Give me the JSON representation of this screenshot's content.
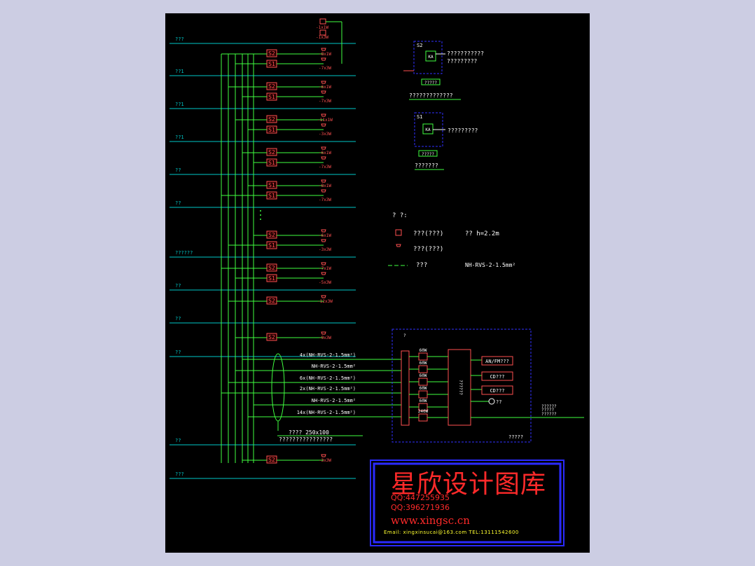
{
  "floors": [
    {
      "label": "???"
    },
    {
      "label": "??1"
    },
    {
      "label": "??1"
    },
    {
      "label": "??1"
    },
    {
      "label": "??"
    },
    {
      "label": "??"
    },
    {
      "label": "??????"
    },
    {
      "label": "??"
    },
    {
      "label": "??"
    },
    {
      "label": "??"
    },
    {
      "label": "??"
    },
    {
      "label": "???"
    }
  ],
  "zones": [
    {
      "upper": "S2",
      "lower": "S1",
      "spk_top": "-8x1W",
      "spk_bot": "-7x3W"
    },
    {
      "upper": "S2",
      "lower": "S1",
      "spk_top": "-6x1W",
      "spk_bot": "-7x3W"
    },
    {
      "upper": "S2",
      "lower": "S1",
      "spk_top": "-11x1W",
      "spk_bot": "-3x3W"
    },
    {
      "upper": "S2",
      "lower": "S1",
      "spk_top": "-6x1W",
      "spk_bot": "-7x3W"
    },
    {
      "upper": "S1",
      "lower": "S1",
      "spk_top": "-8x1W",
      "spk_bot": "-7x3W"
    },
    {
      "upper": "S2",
      "lower": "S1",
      "spk_top": "-6x1W",
      "spk_bot": "-3x3W"
    },
    {
      "upper": "S2",
      "lower": "S1",
      "spk_top": "-7x1W",
      "spk_bot": "-5x3W"
    },
    {
      "upper": "S2",
      "lower": "",
      "spk_top": "-12x3W",
      "spk_bot": ""
    },
    {
      "upper": "S2",
      "lower": "",
      "spk_top": "-9x3W",
      "spk_bot": ""
    },
    {
      "upper": "S2",
      "lower": "",
      "spk_top": "-3x3W",
      "spk_bot": ""
    }
  ],
  "top_speakers": [
    "-1x1W",
    "-1x3W"
  ],
  "detail_s2": {
    "tag": "S2",
    "relay": "KA",
    "desc1": "???????????",
    "desc2": "?????????",
    "box": "?????",
    "caption": "?????????????"
  },
  "detail_s1": {
    "tag": "S1",
    "relay": "KA",
    "desc1": "?????????",
    "box": "?????",
    "caption": "???????"
  },
  "legend": {
    "title": "?  ?:",
    "row1_text": "???(???)",
    "row1_note": "??  h=2.2m",
    "row2_text": "???(???)",
    "row3_text": "???",
    "row3_spec": "NH-RVS-2-1.5mm²"
  },
  "cables": [
    "4x(NH-RVS-2-1.5mm²)",
    "NH-RVS-2-1.5mm²",
    "6x(NH-RVS-2-1.5mm²)",
    "2x(NH-RVS-2-1.5mm²)",
    "NH-RVS-2-1.5mm²",
    "14x(NH-RVS-2-1.5mm²)"
  ],
  "tray": {
    "line1": "????  250x100",
    "line2": "????????????????"
  },
  "rack": {
    "amps": [
      "60W",
      "60W",
      "60W",
      "60W",
      "60W",
      "240W"
    ],
    "head_note": "?",
    "sources": [
      "AN/FM???",
      "CD???",
      "CD???"
    ],
    "mic": "??",
    "main_label": "??????",
    "caption": "?????",
    "out_note1": "??????",
    "out_note2": "?????",
    "out_note3": "??????"
  },
  "stamp": {
    "title": "星欣设计图库",
    "qq1": "QQ:447255935",
    "qq2": "QQ:396271936",
    "site": "www.xingsc.cn",
    "email": "Email:  xingxinsucai@163.com    TEL:13111542600"
  },
  "colors": {
    "sheet": "#000000",
    "floor_line": "#00c8c8",
    "wire": "#40ff40",
    "device": "#ff5050",
    "dashed": "#3030ff",
    "text": "#ffffff",
    "stamp": "#ff2a2a"
  }
}
